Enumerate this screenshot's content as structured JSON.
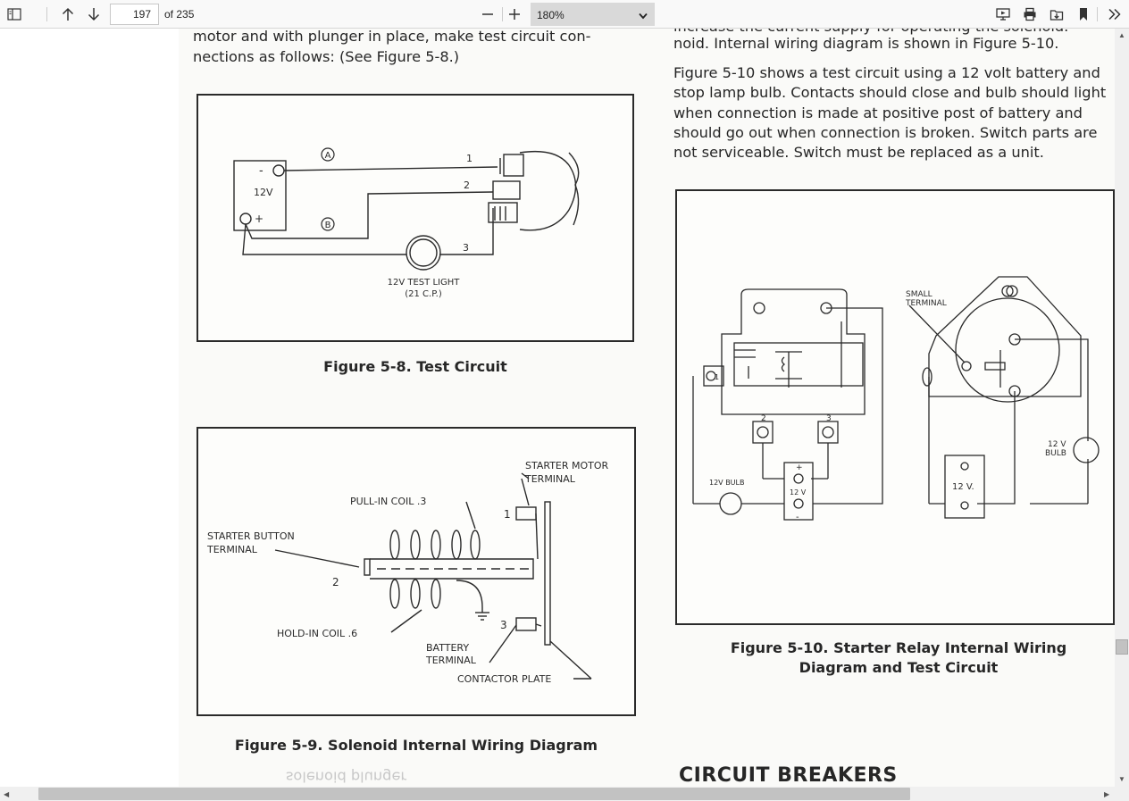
{
  "toolbar": {
    "page_number": "197",
    "page_count_label": "of 235",
    "zoom_value": "180%"
  },
  "document": {
    "left_text_lines": [
      "motor and with plunger in place, make test circuit con-",
      "nections as follows: (See Figure 5-8.)"
    ],
    "right_text_cut_line": "increase the current supply for operating the solenoid.",
    "right_text_line1": "noid. Internal wiring diagram is shown in Figure 5-10.",
    "right_para_lines": [
      "Figure 5-10 shows a test circuit using a 12 volt battery and",
      "stop lamp bulb. Contacts should close and bulb should light",
      "when connection is made at positive post of battery and",
      "should go out when connection is broken. Switch parts are",
      "not serviceable. Switch must be replaced as a unit."
    ],
    "fig58": {
      "caption": "Figure 5-8. Test Circuit",
      "label_a": "A",
      "label_b": "B",
      "battery": "12V",
      "minus": "-",
      "plus": "+",
      "wire1": "1",
      "wire2": "2",
      "wire3": "3",
      "test_light_line1": "12V TEST LIGHT",
      "test_light_line2": "(21 C.P.)"
    },
    "fig59": {
      "caption": "Figure 5-9. Solenoid Internal Wiring Diagram",
      "starter_motor_terminal_1": "STARTER MOTOR",
      "starter_motor_terminal_2": "TERMINAL",
      "pull_in_coil": "PULL-IN COIL .3",
      "starter_button_1": "STARTER BUTTON",
      "starter_button_2": "TERMINAL",
      "hold_in_coil": "HOLD-IN COIL .6",
      "battery_terminal_1": "BATTERY",
      "battery_terminal_2": "TERMINAL",
      "contactor_plate": "CONTACTOR PLATE",
      "n1": "1",
      "n2": "2",
      "n3": "3"
    },
    "fig510": {
      "caption_line1": "Figure 5-10. Starter Relay Internal Wiring",
      "caption_line2": "Diagram and Test Circuit",
      "small_terminal_1": "SMALL",
      "small_terminal_2": "TERMINAL",
      "bulb_left": "12V BULB",
      "bulb_right_1": "12 V",
      "bulb_right_2": "BULB",
      "battery_left": "12 V",
      "battery_right": "12  V.",
      "t1": "1",
      "t2": "2",
      "t3": "3",
      "plus": "+",
      "minus": "-"
    },
    "heading": "CIRCUIT BREAKERS",
    "bottom_cut_text": "solenoid plunger"
  }
}
